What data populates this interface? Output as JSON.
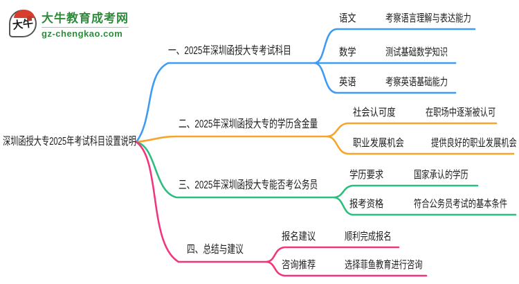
{
  "logo": {
    "icon_text": "大牛",
    "site_name": "大牛教育成考网",
    "site_url": "gz-chengkao.com",
    "brand_color": "#2e8b3b",
    "accent_red": "#d63e2e"
  },
  "root": {
    "label": "深圳函授大专2025年考试科目设置说明"
  },
  "branches": [
    {
      "label": "一、2025年深圳函授大专考试科目",
      "color": "#3e9bf4",
      "children": [
        {
          "key": "语文",
          "value": "考察语言理解与表达能力"
        },
        {
          "key": "数学",
          "value": "测试基础数学知识"
        },
        {
          "key": "英语",
          "value": "考察英语基础能力"
        }
      ]
    },
    {
      "label": "二、2025年深圳函授大专的学历含金量",
      "color": "#f7a428",
      "children": [
        {
          "key": "社会认可度",
          "value": "在职场中逐渐被认可"
        },
        {
          "key": "职业发展机会",
          "value": "提供良好的职业发展机会"
        }
      ]
    },
    {
      "label": "三、2025年深圳函授大专能否考公务员",
      "color": "#2cbe7e",
      "children": [
        {
          "key": "学历要求",
          "value": "国家承认的学历"
        },
        {
          "key": "报考资格",
          "value": "符合公务员考试的基本条件"
        }
      ]
    },
    {
      "label": "四、总结与建议",
      "color": "#f1367e",
      "children": [
        {
          "key": "报名建议",
          "value": "顺利完成报名"
        },
        {
          "key": "咨询推荐",
          "value": "选择菲鱼教育进行咨询"
        }
      ]
    }
  ]
}
